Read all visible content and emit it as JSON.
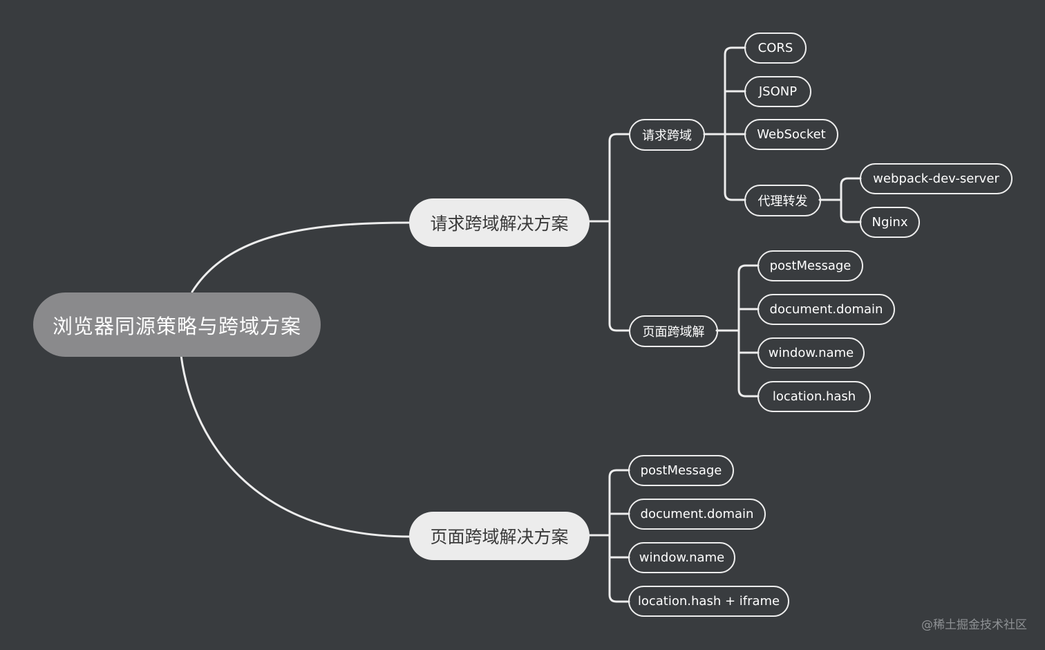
{
  "colors": {
    "background": "#393c3f",
    "root_fill": "#8a8a8c",
    "main_fill": "#ececec",
    "line": "#ededed",
    "leaf_text": "#ffffff"
  },
  "mindmap": {
    "root": "浏览器同源策略与跨域方案",
    "branch_request": {
      "label": "请求跨域解决方案",
      "group_request": {
        "label": "请求跨域",
        "items": [
          "CORS",
          "JSONP",
          "WebSocket"
        ],
        "proxy": {
          "label": "代理转发",
          "items": [
            "webpack-dev-server",
            "Nginx"
          ]
        }
      },
      "group_page": {
        "label": "页面跨域解",
        "items": [
          "postMessage",
          "document.domain",
          "window.name",
          "location.hash"
        ]
      }
    },
    "branch_page": {
      "label": "页面跨域解决方案",
      "items": [
        "postMessage",
        "document.domain",
        "window.name",
        "location.hash + iframe"
      ]
    }
  },
  "watermark": "@稀土掘金技术社区"
}
